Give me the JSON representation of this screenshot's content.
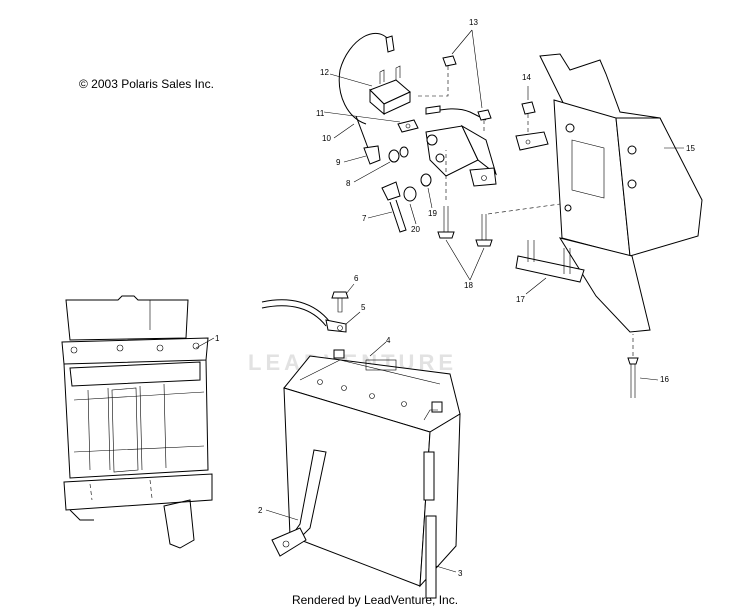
{
  "copyright": "© 2003 Polaris Sales Inc.",
  "footer": "Rendered by LeadVenture, Inc.",
  "watermark": "LEADVENTURE",
  "callouts": {
    "c1": "1",
    "c2": "2",
    "c3": "3",
    "c4": "4",
    "c5": "5",
    "c6": "6",
    "c7": "7",
    "c8": "8",
    "c9": "9",
    "c10": "10",
    "c11": "11",
    "c12": "12",
    "c13": "13",
    "c14": "14",
    "c15": "15",
    "c16": "16",
    "c17": "17",
    "c18": "18",
    "c19": "19",
    "c20": "20"
  }
}
